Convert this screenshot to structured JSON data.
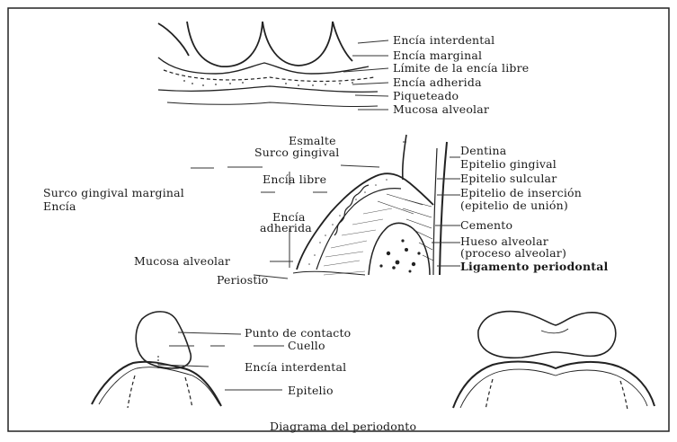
{
  "caption": "Diagrama del periodonto",
  "top_section": {
    "labels": [
      "Encía interdental",
      "Encía marginal",
      "Límite de la encía libre",
      "Encía adherida",
      "Piqueteado",
      "Mucosa alveolar"
    ]
  },
  "middle_section": {
    "left_labels": {
      "esmalte": "Esmalte",
      "surco_gingival": "Surco gingival",
      "encia_libre": "Encía libre",
      "surco_gingival_marginal": "Surco gingival marginal",
      "encia": "Encía",
      "encia_adherida_1": "Encía",
      "encia_adherida_2": "adherida",
      "mucosa_alveolar": "Mucosa alveolar",
      "periostio": "Periostio"
    },
    "right_labels": {
      "dentina": "Dentina",
      "epitelio_gingival": "Epitelio gingival",
      "epitelio_sulcular": "Epitelio sulcular",
      "epitelio_insercion_1": "Epitelio de inserción",
      "epitelio_insercion_2": "(epitelio de unión)",
      "cemento": "Cemento",
      "hueso_alveolar_1": "Hueso alveolar",
      "hueso_alveolar_2": "(proceso alveolar)",
      "ligamento": "Ligamento periodontal"
    }
  },
  "bottom_section": {
    "labels": {
      "punto_contacto": "Punto de contacto",
      "cuello": "Cuello",
      "encia_interdental": "Encía interdental",
      "epitelio": "Epitelio"
    }
  }
}
